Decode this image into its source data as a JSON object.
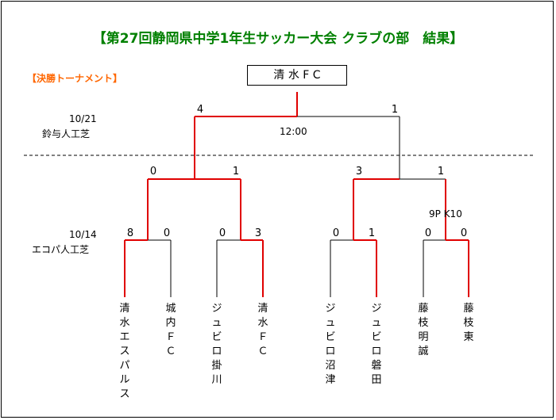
{
  "title": "【第27回静岡県中学1年生サッカー大会 クラブの部　結果】",
  "subtitle": "【決勝トーナメント】",
  "champion": "清 水 F C",
  "final": {
    "date": "10/21",
    "venue": "鈴与人工芝",
    "time": "12:00",
    "score_left": "4",
    "score_right": "1"
  },
  "first_round": {
    "date": "10/14",
    "venue": "エコパ人工芝"
  },
  "semifinal_scores": [
    "0",
    "1",
    "3",
    "1"
  ],
  "pk_note": "9P K10",
  "quarterfinal_scores": [
    "8",
    "0",
    "0",
    "3",
    "0",
    "1",
    "0",
    "0"
  ],
  "teams": [
    "清水エスパルス",
    "城内ＦＣ",
    "ジュビロ掛川",
    "清水ＦＣ",
    "ジュビロ沼津",
    "ジュビロ磐田",
    "藤枝明誠",
    "藤枝東"
  ],
  "colors": {
    "winner_line": "#e00000",
    "line": "#000000",
    "title": "#008000",
    "subtitle": "#ff6600"
  }
}
